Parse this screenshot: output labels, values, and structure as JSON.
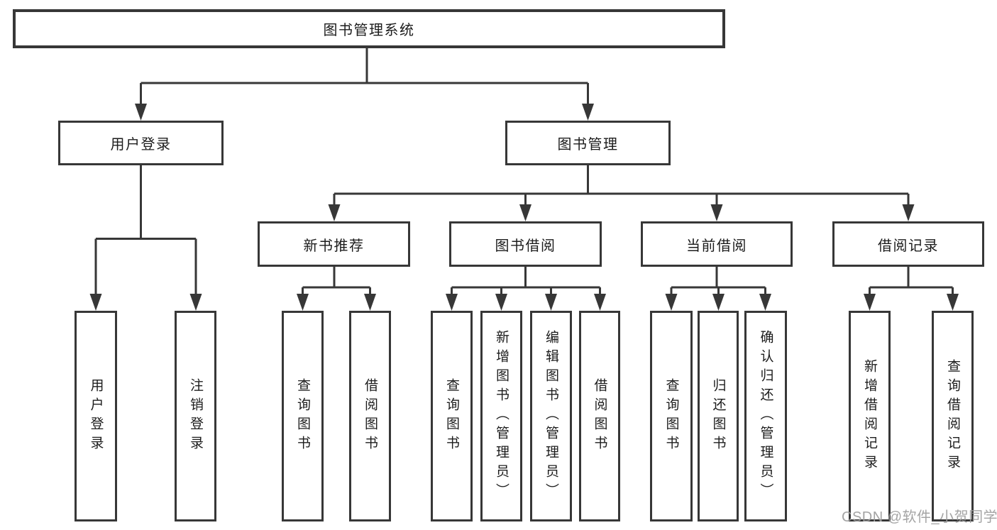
{
  "tree": {
    "label": "图书管理系统",
    "children": [
      {
        "label": "用户登录",
        "children": [
          {
            "label": "用户登录"
          },
          {
            "label": "注销登录"
          }
        ]
      },
      {
        "label": "图书管理",
        "children": [
          {
            "label": "新书推荐",
            "children": [
              {
                "label": "查询图书"
              },
              {
                "label": "借阅图书"
              }
            ]
          },
          {
            "label": "图书借阅",
            "children": [
              {
                "label": "查询图书"
              },
              {
                "label": "新增图书（管理员）"
              },
              {
                "label": "编辑图书（管理员）"
              },
              {
                "label": "借阅图书"
              }
            ]
          },
          {
            "label": "当前借阅",
            "children": [
              {
                "label": "查询图书"
              },
              {
                "label": "归还图书"
              },
              {
                "label": "确认归还（管理员）"
              }
            ]
          },
          {
            "label": "借阅记录",
            "children": [
              {
                "label": "新增借阅记录"
              },
              {
                "label": "查询借阅记录"
              }
            ]
          }
        ]
      }
    ]
  },
  "watermark": {
    "text": "CSDN @软件_小贺同学"
  },
  "colors": {
    "line": "#373737",
    "text": "#1c1c1c",
    "watermark": "#9d9d9d",
    "background": "#ffffff"
  }
}
